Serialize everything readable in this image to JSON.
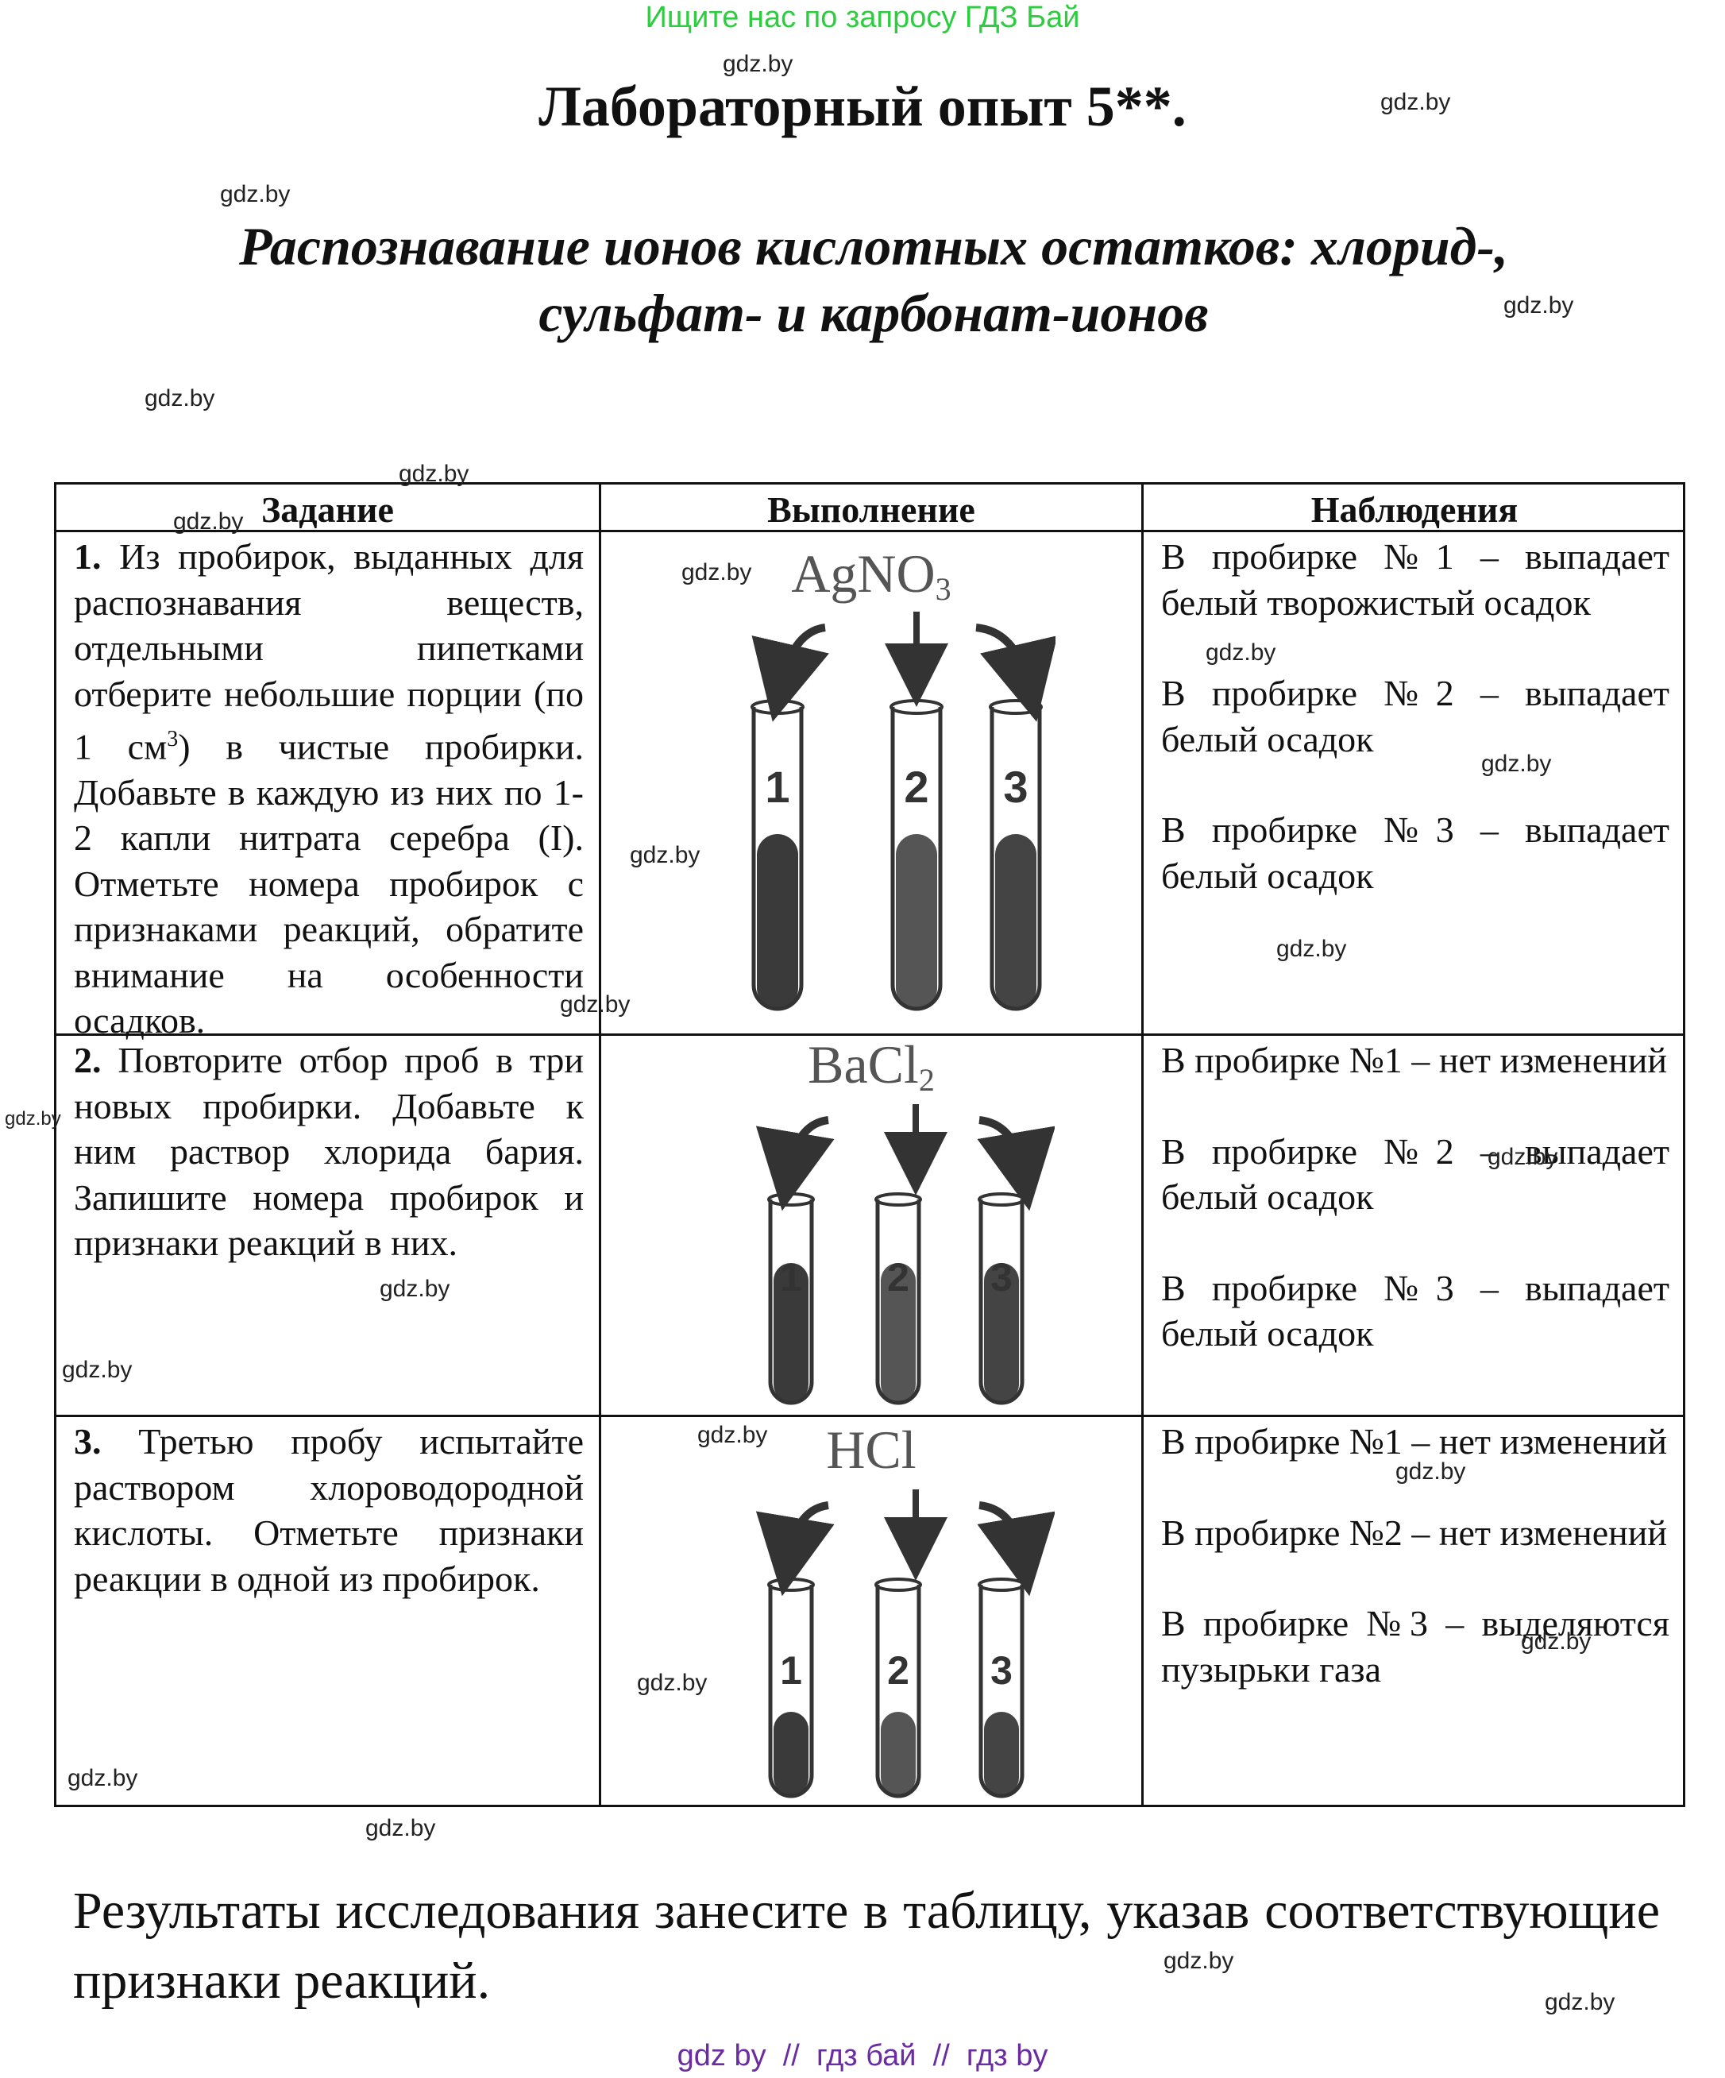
{
  "banner": "Ищите нас по запросу ГДЗ Бай",
  "title": "Лабораторный опыт 5**.",
  "subtitle_line1": "Распознавание ионов кислотных остатков: хлорид-,",
  "subtitle_line2": "сульфат- и карбонат-ионов",
  "watermark": "gdz.by",
  "table": {
    "headers": [
      "Задание",
      "Выполнение",
      "Наблюдения"
    ],
    "rows": [
      {
        "num": "1.",
        "task_before_sup": "Из пробирок, выданных для распознавания веществ, отдельными пипетками отберите небольшие порции (по 1 см",
        "task_sup": "3",
        "task_after_sup": ") в чистые пробирки. Добавьте в каждую из них по 1-2 капли нитрата серебра (I). Отметьте номера пробирок с признаками реакций, обратите внимание на особенности осадков.",
        "reagent_main": "AgNO",
        "reagent_sub": "3",
        "tube_labels": [
          "1",
          "2",
          "3"
        ],
        "observations": [
          "В пробирке №1 – выпадает белый творожистый осадок",
          "В пробирке №2 – выпадает белый осадок",
          "В пробирке №3 – выпадает белый осадок"
        ]
      },
      {
        "num": "2.",
        "task": "Повторите отбор проб в три новых пробирки. Добавьте к ним раствор хлорида бария. Запишите номера пробирок и признаки реакций в них.",
        "reagent_main": "BaCl",
        "reagent_sub": "2",
        "tube_labels": [
          "1",
          "2",
          "3"
        ],
        "observations": [
          "В пробирке №1 – нет изменений",
          "В пробирке №2 – выпадает белый осадок",
          "В пробирке №3 – выпадает белый осадок"
        ]
      },
      {
        "num": "3.",
        "task": "Третью пробу испытайте раствором хлороводородной кислоты. Отметьте признаки реакции в одной из пробирок.",
        "reagent_main": "HCl",
        "tube_labels": [
          "1",
          "2",
          "3"
        ],
        "observations": [
          "В пробирке №1 – нет изменений",
          "В пробирке №2 – нет изменений",
          "В пробирке №3 – выделяются пузырьки газа"
        ]
      }
    ]
  },
  "footer_text": "Результаты исследования занесите в таблицу, указав соответствующие признаки реакций.",
  "links": [
    "gdz by",
    "гдз бай",
    "гдз by"
  ],
  "links_separator": "//",
  "colors": {
    "banner": "#2ecc40",
    "links": "#6a2ca0",
    "ink": "#111111"
  }
}
